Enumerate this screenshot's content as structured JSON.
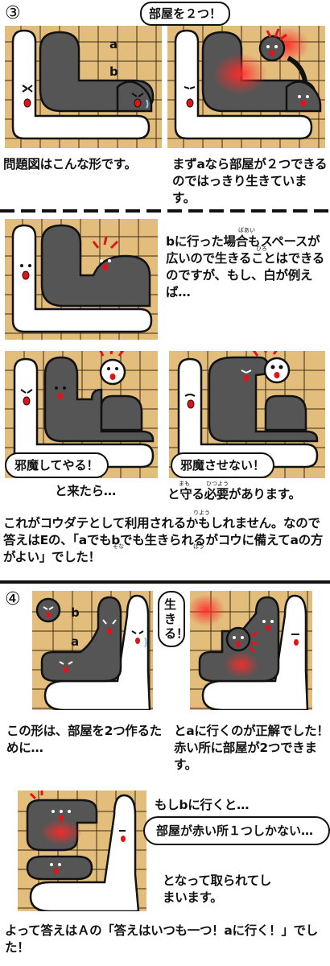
{
  "section3": {
    "number": "③",
    "shout": "部屋を２つ！",
    "labels": {
      "a": "a",
      "b": "b"
    },
    "cap1": "問題図はこんな形です。",
    "cap2": "まずaなら部屋が２つできるのではっきり生きています。",
    "cap3": "bに行った場合もスペースが広いので生きることはできるのですが、もし、白が例えば…",
    "ruby_baai": "ばあい",
    "ruby_hiro": "ひろ",
    "bubble_white": "邪魔してやる！",
    "bubble_black": "邪魔させない！",
    "cap4": "と来たら…",
    "cap5": "と守る必要があります。",
    "ruby_mamo": "まも",
    "ruby_hitsuyou": "ひつよう",
    "cap6": "これがコウダテとして利用されるかもしれません。なので答えはEの、「aでもbでも生きられるがコウに備えてaの方がよい」でした！",
    "ruby_riyou": "りよう",
    "ruby_sona": "そな",
    "ruby_hou": "ほう"
  },
  "section4": {
    "number": "④",
    "labels": {
      "a": "a",
      "b": "b"
    },
    "shout": "生きる！",
    "cap1": "この形は、部屋を2つ作るために…",
    "cap2": "とaに行くのが正解でした！赤い所に部屋が2つできます。",
    "cap3": "もしbに行くと…",
    "bubble": "部屋が赤い所１つしかない…",
    "cap4": "となって取られてしまいます。",
    "cap5": "よって答えはＡの「答えはいつも一つ！aに行く！」でした！"
  },
  "colors": {
    "board": "#e3bd7c",
    "black_stone": "#555555",
    "white_stone": "#ffffff",
    "room": "#ff2a2a"
  }
}
